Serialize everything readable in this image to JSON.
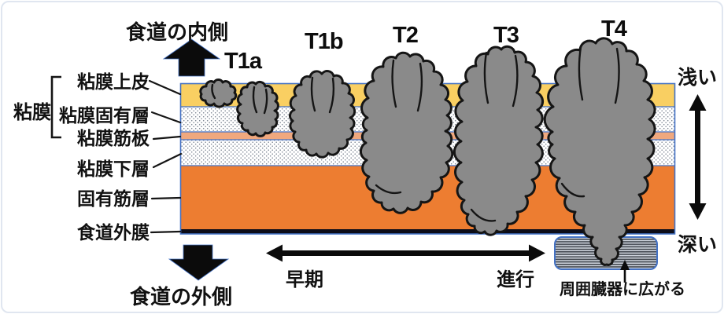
{
  "labels": {
    "inner_side": "食道の内側",
    "outer_side": "食道の外側",
    "mucosa_group": "粘膜",
    "shallow": "浅い",
    "deep": "深い",
    "early": "早期",
    "advanced": "進行",
    "organ_note": "周囲臓器に広がる"
  },
  "layers": [
    "粘膜上皮",
    "粘膜固有層",
    "粘膜筋板",
    "粘膜下層",
    "固有筋層",
    "食道外膜"
  ],
  "stages": [
    "T1a",
    "T1b",
    "T2",
    "T3",
    "T4"
  ],
  "colors": {
    "epithelium": "#F9CF62",
    "muscularis_mucosae": "#F0A87E",
    "muscularis_propria": "#ED7D31",
    "adventitia": "#0D0D18",
    "band_border": "#4472C4",
    "tumor_fill": "#8A8A8A",
    "organ_box_border": "#4472C4"
  }
}
